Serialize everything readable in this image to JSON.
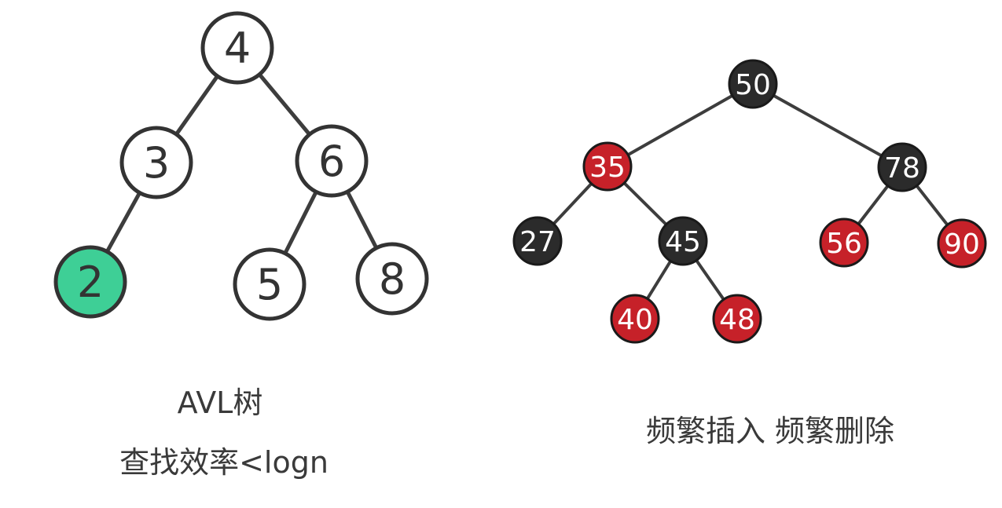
{
  "colors": {
    "avl_node_fill": "#ffffff",
    "avl_highlight_fill": "#3ecf96",
    "avl_stroke": "#333333",
    "rb_black": "#2b2b2b",
    "rb_red": "#c62129",
    "rb_stroke": "#1a1a1a",
    "edge": "#3d3d3d",
    "text_dark": "#333333",
    "text_light": "#ffffff"
  },
  "avl_tree": {
    "caption_title": "AVL树",
    "caption_subtitle": "查找效率<logn",
    "nodes": [
      {
        "id": "4",
        "label": "4",
        "fill": "white"
      },
      {
        "id": "3",
        "label": "3",
        "fill": "white"
      },
      {
        "id": "6",
        "label": "6",
        "fill": "white"
      },
      {
        "id": "2",
        "label": "2",
        "fill": "green"
      },
      {
        "id": "5",
        "label": "5",
        "fill": "white"
      },
      {
        "id": "8",
        "label": "8",
        "fill": "white"
      }
    ],
    "edges": [
      [
        "4",
        "3"
      ],
      [
        "4",
        "6"
      ],
      [
        "3",
        "2"
      ],
      [
        "6",
        "5"
      ],
      [
        "6",
        "8"
      ]
    ]
  },
  "rb_tree": {
    "caption": "频繁插入 频繁删除",
    "nodes": [
      {
        "id": "50",
        "label": "50",
        "color": "black"
      },
      {
        "id": "35",
        "label": "35",
        "color": "red"
      },
      {
        "id": "78",
        "label": "78",
        "color": "black"
      },
      {
        "id": "27",
        "label": "27",
        "color": "black"
      },
      {
        "id": "45",
        "label": "45",
        "color": "black"
      },
      {
        "id": "56",
        "label": "56",
        "color": "red"
      },
      {
        "id": "90",
        "label": "90",
        "color": "red"
      },
      {
        "id": "40",
        "label": "40",
        "color": "red"
      },
      {
        "id": "48",
        "label": "48",
        "color": "red"
      }
    ],
    "edges": [
      [
        "50",
        "35"
      ],
      [
        "50",
        "78"
      ],
      [
        "35",
        "27"
      ],
      [
        "35",
        "45"
      ],
      [
        "78",
        "56"
      ],
      [
        "78",
        "90"
      ],
      [
        "45",
        "40"
      ],
      [
        "45",
        "48"
      ]
    ]
  }
}
